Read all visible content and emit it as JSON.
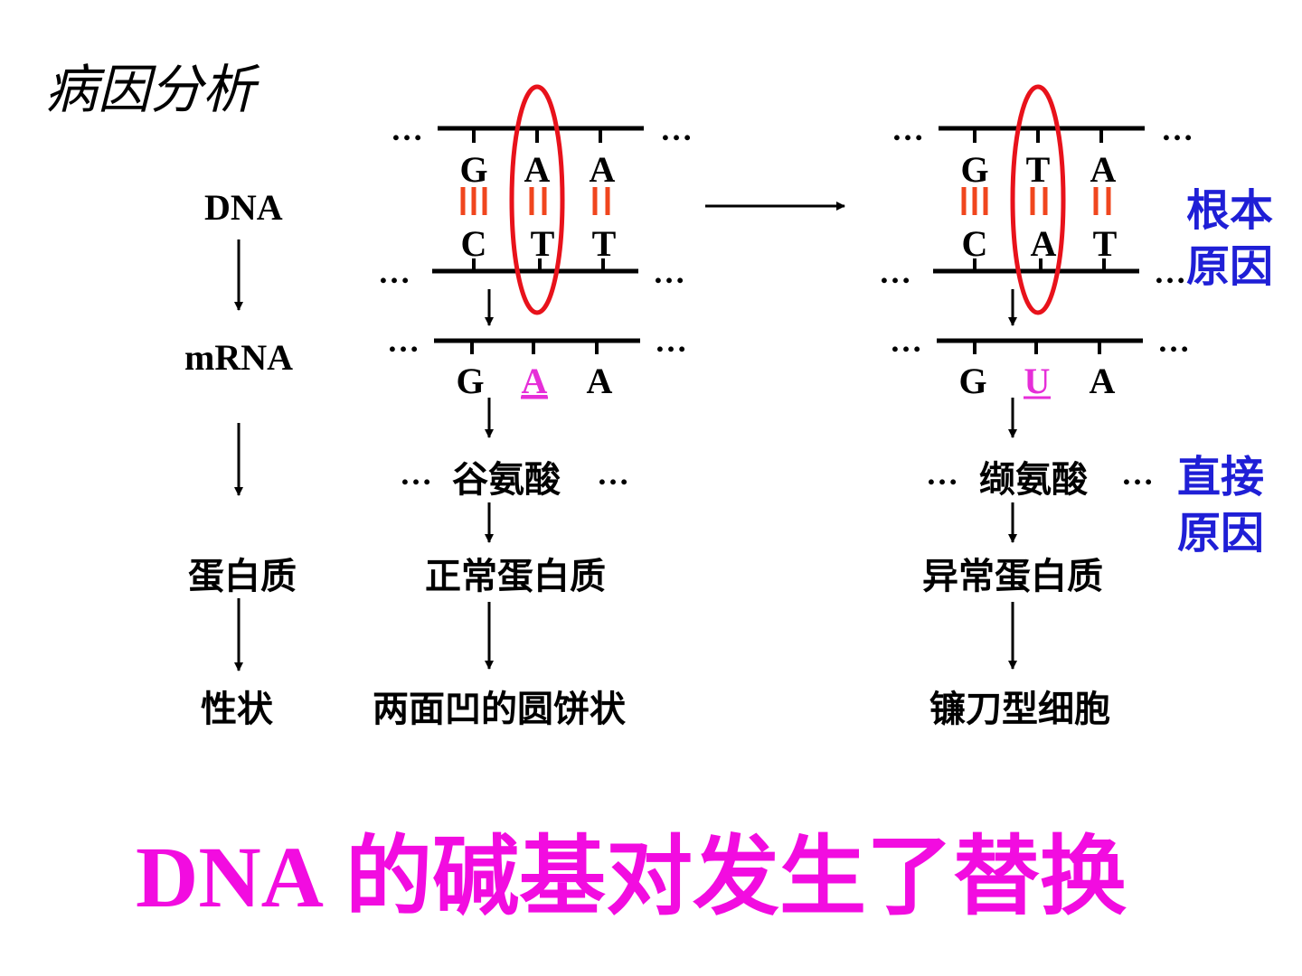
{
  "title": "病因分析",
  "row_labels": {
    "dna": "DNA",
    "mrna": "mRNA",
    "protein": "蛋白质",
    "trait": "性状"
  },
  "ellipsis": "…",
  "normal": {
    "dna_top": [
      "G",
      "A",
      "A"
    ],
    "dna_bottom": [
      "C",
      "T",
      "T"
    ],
    "mrna": [
      "G",
      "A",
      "A"
    ],
    "amino_acid": "谷氨酸",
    "protein": "正常蛋白质",
    "trait": "两面凹的圆饼状"
  },
  "mutant": {
    "dna_top": [
      "G",
      "T",
      "A"
    ],
    "dna_bottom": [
      "C",
      "A",
      "T"
    ],
    "mrna": [
      "G",
      "U",
      "A"
    ],
    "amino_acid": "缬氨酸",
    "protein": "异常蛋白质",
    "trait": "镰刀型细胞"
  },
  "cause_labels": {
    "root": [
      "根本",
      "原因"
    ],
    "direct": [
      "直接",
      "原因"
    ]
  },
  "conclusion": {
    "en": "DNA",
    "zh": "的碱基对发生了替换"
  },
  "colors": {
    "highlight_base": "#e62ed8",
    "circle": "#e8121b",
    "hbond": "#f0461e",
    "cause_text": "#1f1fd6",
    "conclusion": "#f20ce0"
  }
}
